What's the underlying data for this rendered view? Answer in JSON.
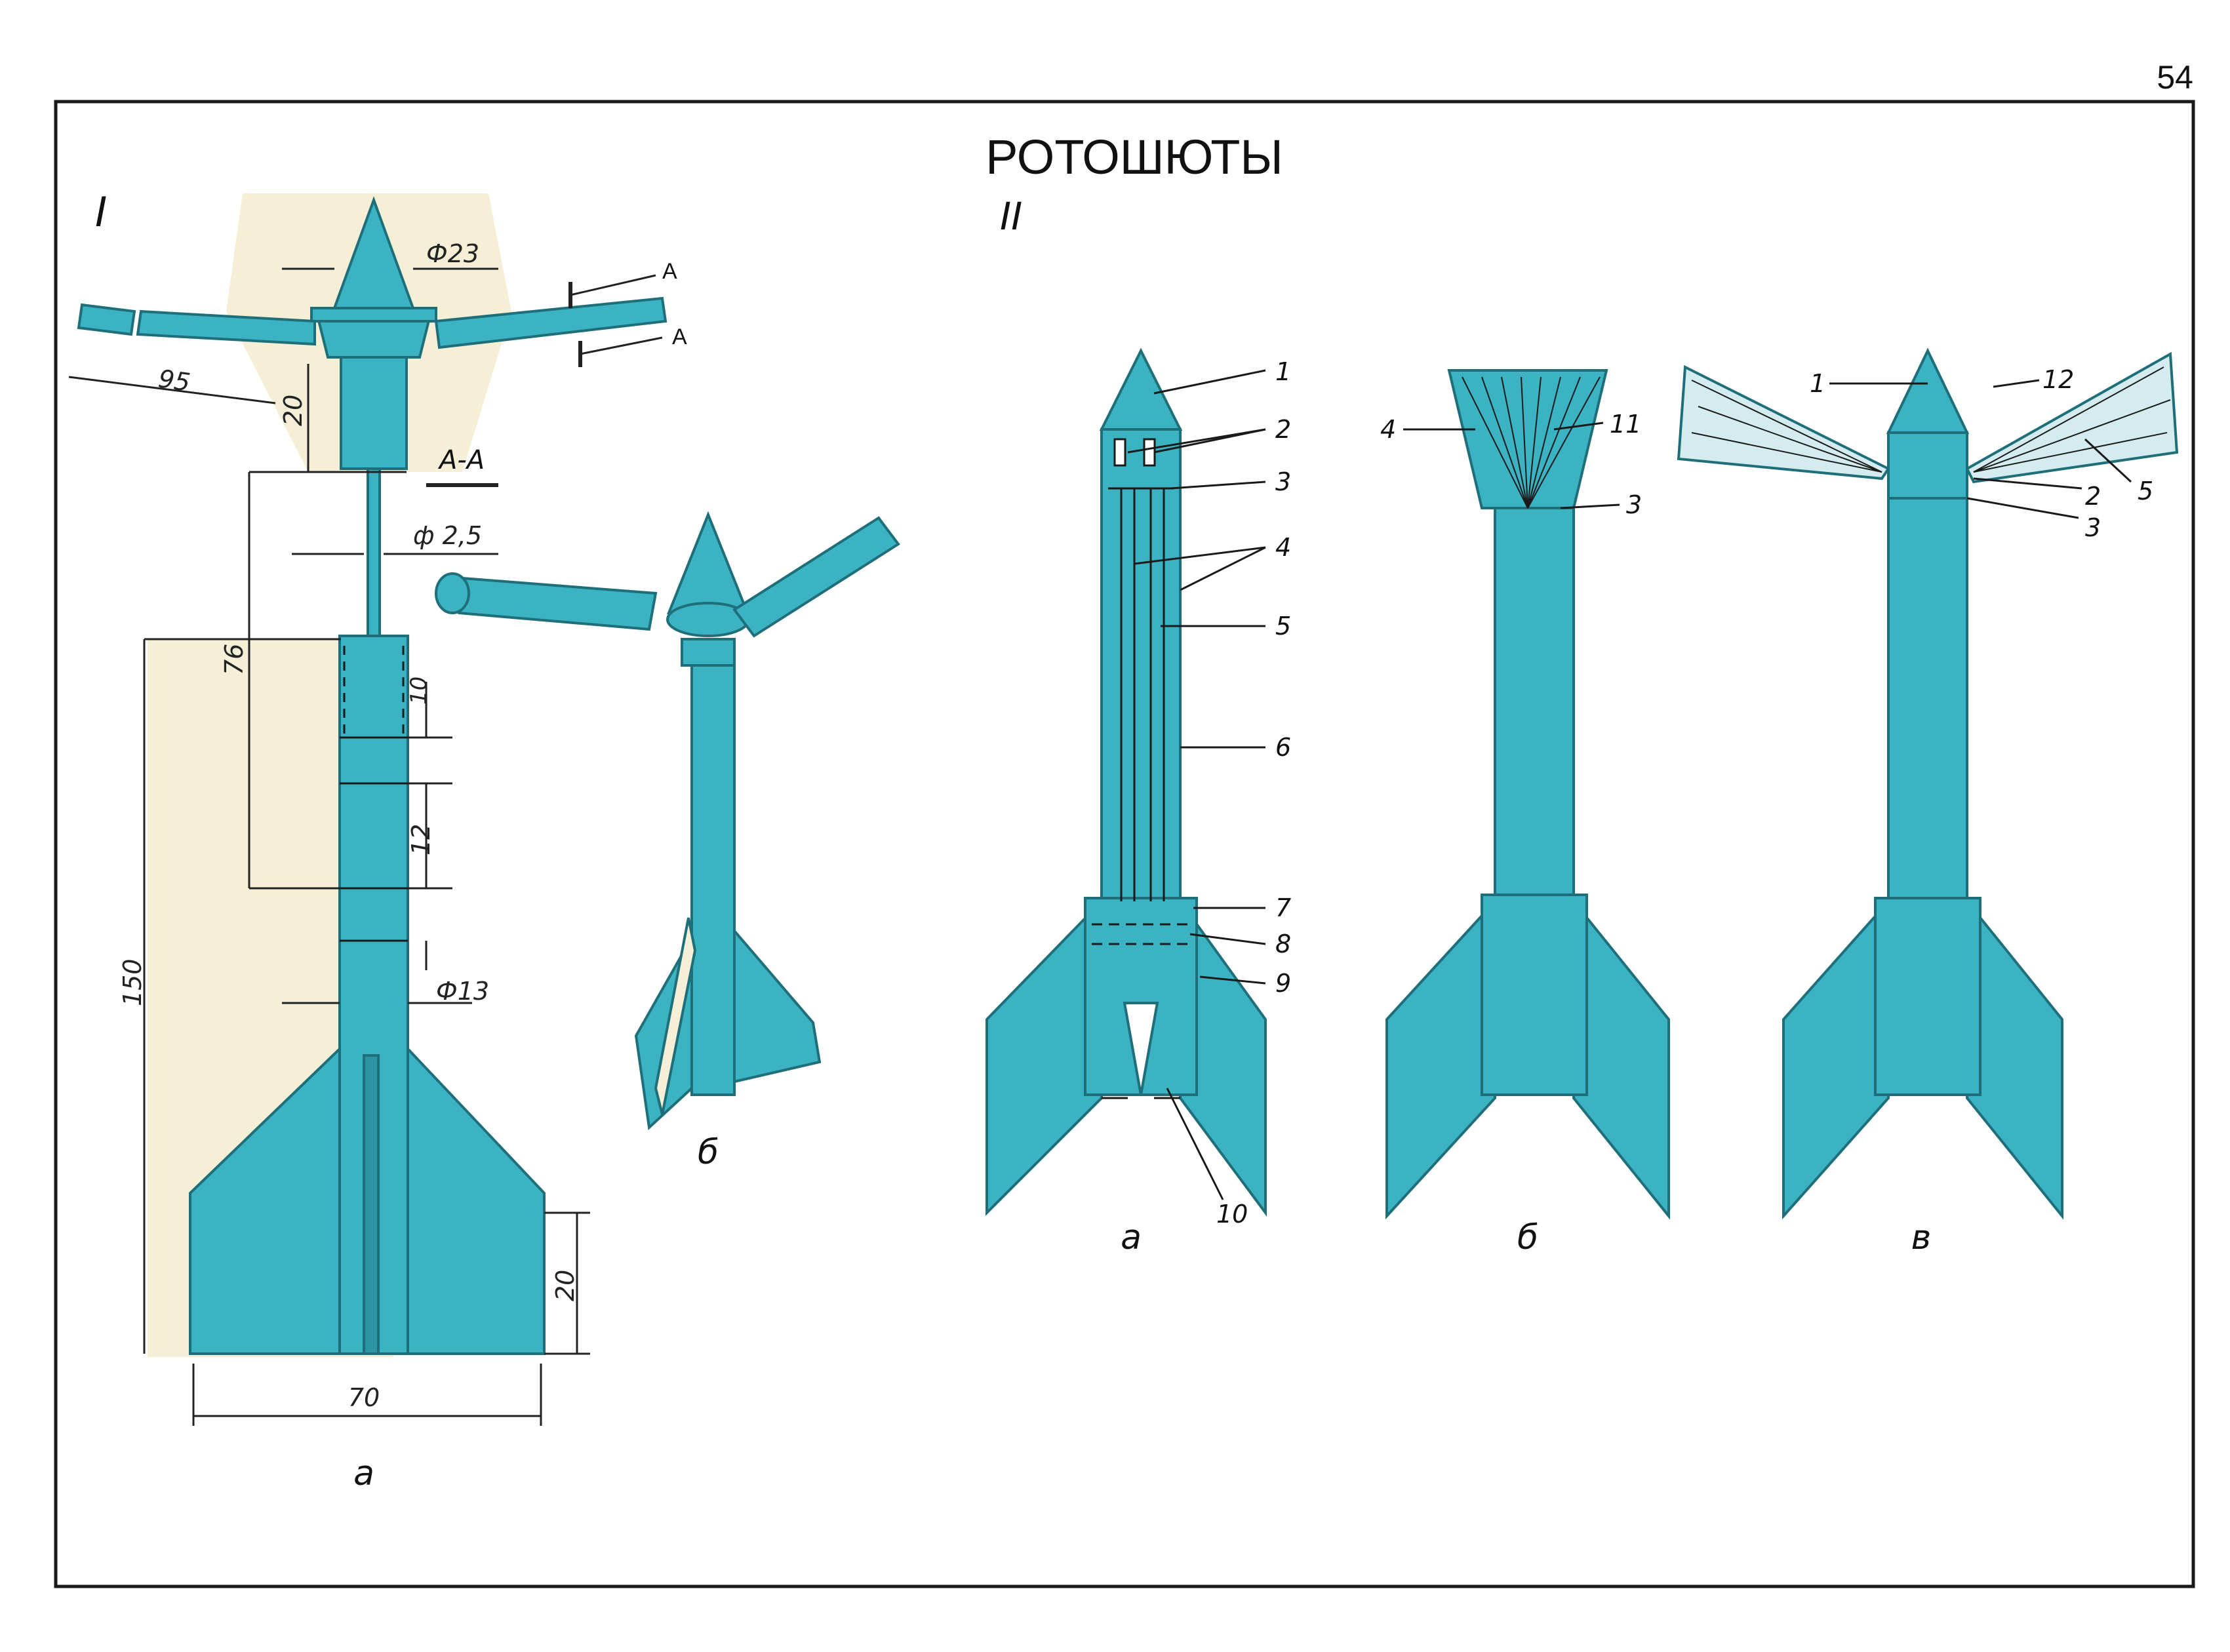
{
  "page_number": "54",
  "title": "РОТОШЮТЫ",
  "section_one": {
    "numeral": "I",
    "fig_a_label": "а",
    "fig_b_label": "б",
    "section_label": "А-А",
    "arrow_label_1": "А",
    "arrow_label_2": "А",
    "dimensions": {
      "cone_diameter": "Ф23",
      "blade_length": "95",
      "collar_height": "20",
      "rod_diameter": "ф 2,5",
      "rod_length": "76",
      "band_10": "10",
      "band_12": "12",
      "total_length": "150",
      "body_diameter": "Ф13",
      "fin_height": "20",
      "fin_span": "70"
    }
  },
  "section_two": {
    "numeral": "II",
    "fig_a_label": "а",
    "fig_b_label": "б",
    "fig_c_label": "в",
    "fig_a_callouts": [
      "1",
      "2",
      "3",
      "4",
      "5",
      "6",
      "7",
      "8",
      "9",
      "10"
    ],
    "fig_b_callouts": [
      "4",
      "11",
      "3"
    ],
    "fig_c_callouts": [
      "1",
      "12",
      "2",
      "5",
      "3"
    ]
  },
  "colors": {
    "rocket_fill": "#3bb3c3",
    "rocket_stroke": "#1f6f7a",
    "paper_tint": "#f4efd6",
    "line": "#1a1a1a"
  }
}
